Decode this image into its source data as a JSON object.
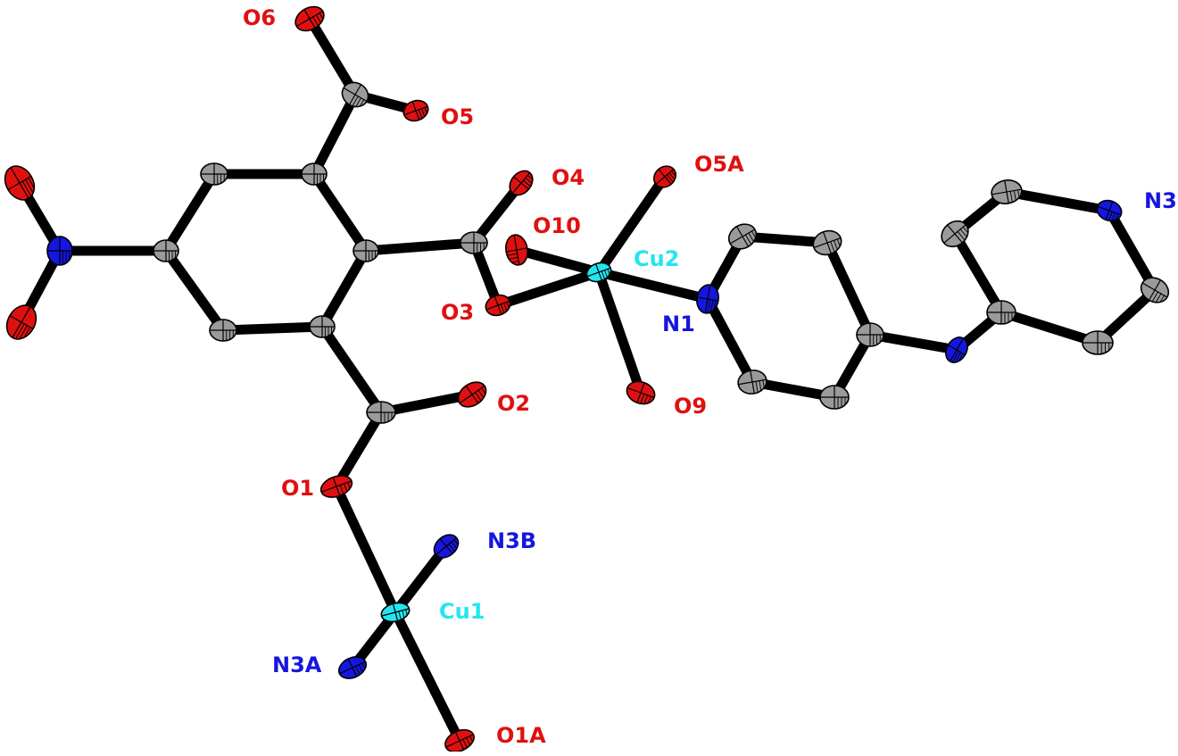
{
  "colors": {
    "O": "#e01010",
    "N": "#1616e0",
    "Cu": "#22e6ef",
    "C": "#9a9a9a",
    "bond": "#000000",
    "background": "#ffffff"
  },
  "atoms": [
    {
      "id": "O6",
      "element": "O",
      "label": "O6"
    },
    {
      "id": "O5",
      "element": "O",
      "label": "O5"
    },
    {
      "id": "O4",
      "element": "O",
      "label": "O4"
    },
    {
      "id": "O5A",
      "element": "O",
      "label": "O5A"
    },
    {
      "id": "O10",
      "element": "O",
      "label": "O10"
    },
    {
      "id": "Cu2",
      "element": "Cu",
      "label": "Cu2"
    },
    {
      "id": "N3",
      "element": "N",
      "label": "N3"
    },
    {
      "id": "O3",
      "element": "O",
      "label": "O3"
    },
    {
      "id": "N1",
      "element": "N",
      "label": "N1"
    },
    {
      "id": "O2",
      "element": "O",
      "label": "O2"
    },
    {
      "id": "O9",
      "element": "O",
      "label": "O9"
    },
    {
      "id": "O1",
      "element": "O",
      "label": "O1"
    },
    {
      "id": "N3B",
      "element": "N",
      "label": "N3B"
    },
    {
      "id": "Cu1",
      "element": "Cu",
      "label": "Cu1"
    },
    {
      "id": "N3A",
      "element": "N",
      "label": "N3A"
    },
    {
      "id": "O1A",
      "element": "O",
      "label": "O1A"
    },
    {
      "id": "Onitro1",
      "element": "O",
      "label": ""
    },
    {
      "id": "Onitro2",
      "element": "O",
      "label": ""
    },
    {
      "id": "Nnitro",
      "element": "N",
      "label": ""
    },
    {
      "id": "C1",
      "element": "C",
      "label": ""
    },
    {
      "id": "C2",
      "element": "C",
      "label": ""
    },
    {
      "id": "C3",
      "element": "C",
      "label": ""
    },
    {
      "id": "C4",
      "element": "C",
      "label": ""
    },
    {
      "id": "C5",
      "element": "C",
      "label": ""
    },
    {
      "id": "C6",
      "element": "C",
      "label": ""
    },
    {
      "id": "C7",
      "element": "C",
      "label": ""
    },
    {
      "id": "C8",
      "element": "C",
      "label": ""
    },
    {
      "id": "C9",
      "element": "C",
      "label": ""
    },
    {
      "id": "C10",
      "element": "C",
      "label": ""
    },
    {
      "id": "C11",
      "element": "C",
      "label": ""
    },
    {
      "id": "C12",
      "element": "C",
      "label": ""
    },
    {
      "id": "C13",
      "element": "C",
      "label": ""
    },
    {
      "id": "C14",
      "element": "C",
      "label": ""
    },
    {
      "id": "N2",
      "element": "N",
      "label": ""
    },
    {
      "id": "C15",
      "element": "C",
      "label": ""
    },
    {
      "id": "C16",
      "element": "C",
      "label": ""
    },
    {
      "id": "C17",
      "element": "C",
      "label": ""
    },
    {
      "id": "C18",
      "element": "C",
      "label": ""
    },
    {
      "id": "C19",
      "element": "C",
      "label": ""
    }
  ],
  "bonds": [
    [
      "O6",
      "C7"
    ],
    [
      "C7",
      "O5"
    ],
    [
      "C7",
      "C2"
    ],
    [
      "Nnitro",
      "Onitro1"
    ],
    [
      "Nnitro",
      "Onitro2"
    ],
    [
      "Nnitro",
      "C4"
    ],
    [
      "C4",
      "C3"
    ],
    [
      "C3",
      "C2"
    ],
    [
      "C2",
      "C1"
    ],
    [
      "C1",
      "C6"
    ],
    [
      "C6",
      "C5"
    ],
    [
      "C5",
      "C4"
    ],
    [
      "C1",
      "C8"
    ],
    [
      "C8",
      "O4"
    ],
    [
      "C8",
      "O3"
    ],
    [
      "C6",
      "C9"
    ],
    [
      "C9",
      "O2"
    ],
    [
      "C9",
      "O1"
    ],
    [
      "O3",
      "Cu2"
    ],
    [
      "O10",
      "Cu2"
    ],
    [
      "O5A",
      "Cu2"
    ],
    [
      "Cu2",
      "O9"
    ],
    [
      "Cu2",
      "N1"
    ],
    [
      "N1",
      "C10"
    ],
    [
      "C10",
      "C11"
    ],
    [
      "C11",
      "C12"
    ],
    [
      "C12",
      "C13"
    ],
    [
      "C13",
      "C14"
    ],
    [
      "C14",
      "N1"
    ],
    [
      "C12",
      "N2"
    ],
    [
      "N2",
      "C15"
    ],
    [
      "C15",
      "C16"
    ],
    [
      "C16",
      "C17"
    ],
    [
      "C17",
      "N3"
    ],
    [
      "N3",
      "C18"
    ],
    [
      "C18",
      "C19"
    ],
    [
      "C19",
      "C15"
    ],
    [
      "O1",
      "Cu1"
    ],
    [
      "Cu1",
      "N3B"
    ],
    [
      "Cu1",
      "N3A"
    ],
    [
      "Cu1",
      "O1A"
    ]
  ]
}
